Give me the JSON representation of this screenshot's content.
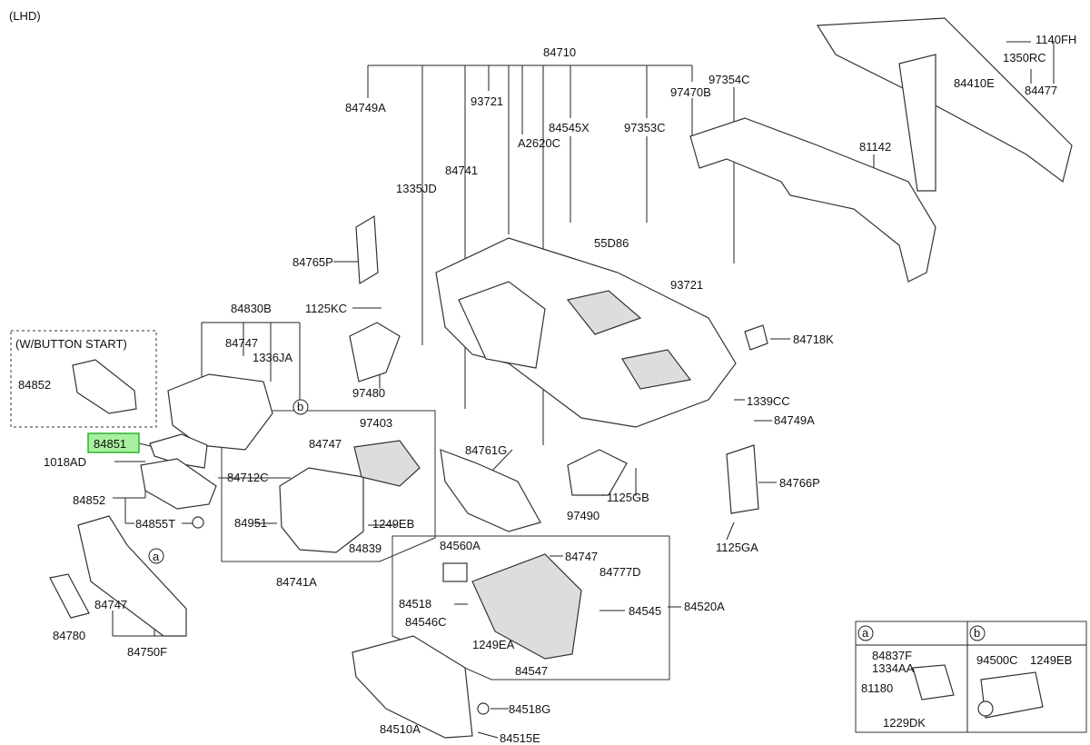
{
  "header": {
    "variant": "(LHD)"
  },
  "boxes": {
    "button_start": "(W/BUTTON START)",
    "inset_a": "a",
    "inset_b": "b"
  },
  "markers": {
    "a": "a",
    "b": "b"
  },
  "labels": {
    "p84710": "84710",
    "p84749A_top": "84749A",
    "p93721_top": "93721",
    "p84545X": "84545X",
    "pA2620C": "A2620C",
    "p97353C": "97353C",
    "p97470B": "97470B",
    "p97354C": "97354C",
    "p1335JD": "1335JD",
    "p84741": "84741",
    "p55D86": "55D86",
    "p93721_mid": "93721",
    "p84765P": "84765P",
    "p1125KC": "1125KC",
    "p84830B": "84830B",
    "p84747_a": "84747",
    "p1336JA": "1336JA",
    "p84852_top": "84852",
    "p97480": "97480",
    "p84851": "84851",
    "p1018AD": "1018AD",
    "p84852_low": "84852",
    "p84855T": "84855T",
    "p97403": "97403",
    "p84747_b": "84747",
    "p84712C": "84712C",
    "p84951": "84951",
    "p1249EB_mid": "1249EB",
    "p84839": "84839",
    "p84741A": "84741A",
    "p84761G": "84761G",
    "p97490": "97490",
    "p1125GB": "1125GB",
    "p1339CC": "1339CC",
    "p84749A_mid": "84749A",
    "p84766P": "84766P",
    "p1125GA": "1125GA",
    "p84718K": "84718K",
    "p1140FH": "1140FH",
    "p1350RC": "1350RC",
    "p84477": "84477",
    "p84410E": "84410E",
    "p81142": "81142",
    "p84560A": "84560A",
    "p84747_c": "84747",
    "p84777D": "84777D",
    "p84518": "84518",
    "p84545": "84545",
    "p84520A": "84520A",
    "p84546C": "84546C",
    "p1249EA": "1249EA",
    "p84547": "84547",
    "p84518G": "84518G",
    "p84510A": "84510A",
    "p84515E": "84515E",
    "p84747_d": "84747",
    "p84780": "84780",
    "p84750F": "84750F",
    "p84837F": "84837F",
    "p1334AA": "1334AA",
    "p81180": "81180",
    "p1229DK": "1229DK",
    "p94500C": "94500C",
    "p1249EB_b": "1249EB"
  },
  "colors": {
    "highlight_fill": "#a8f0a0",
    "highlight_border": "#2db52d"
  }
}
